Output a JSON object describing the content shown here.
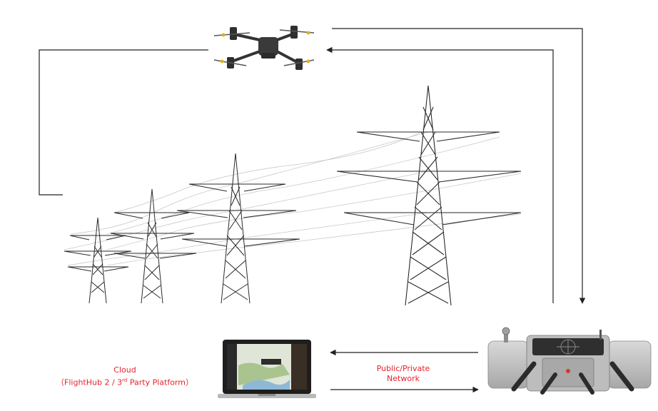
{
  "labels": {
    "cloud_title": "Cloud",
    "cloud_platform_prefix": "（FlightHub 2 / 3",
    "cloud_platform_sup": "rd",
    "cloud_platform_suffix": " Party Platform）",
    "network_line1": "Public/Private",
    "network_line2": "Network"
  },
  "colors": {
    "label_red": "#e8212a",
    "line": "#222222",
    "tower": "#2a2a2a",
    "wire": "#c8c8c8"
  },
  "icons": {
    "drone": "drone-icon",
    "laptop": "laptop-icon",
    "dock": "dock-station-icon"
  }
}
